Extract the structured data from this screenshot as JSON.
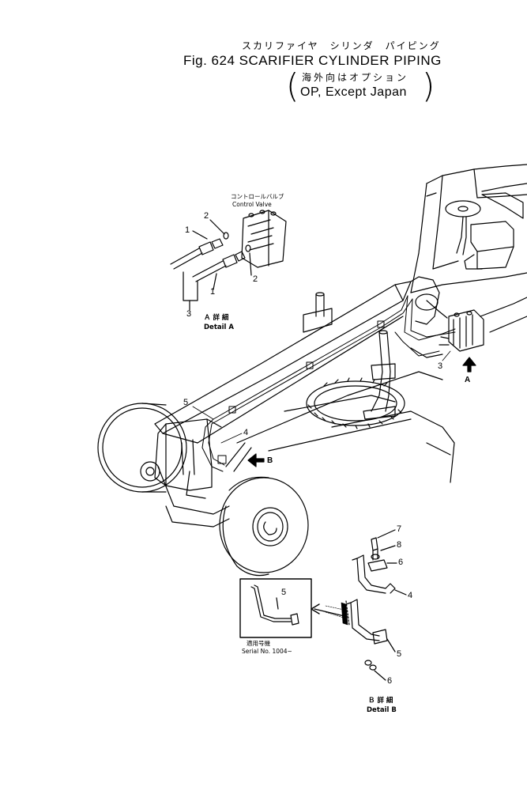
{
  "title": {
    "jp": "スカリファイヤ　シリンダ　パイピング",
    "en": "Fig. 624 SCARIFIER CYLINDER PIPING",
    "sub_jp": "海外向はオプション",
    "sub_en": "OP, Except Japan"
  },
  "control_valve": {
    "jp": "コントロールバルブ",
    "en": "Control Valve"
  },
  "detail_a": {
    "jp": "Ａ 詳 細",
    "en": "Detail A"
  },
  "detail_b": {
    "jp": "Ｂ 詳 細",
    "en": "Detail B"
  },
  "serial": {
    "jp": "適用号機",
    "en": "Serial No. 1004~"
  },
  "arrows": {
    "a": "A",
    "b": "B"
  },
  "callouts": {
    "da_1a": "1",
    "da_2a": "2",
    "da_1b": "1",
    "da_2b": "2",
    "da_3": "3",
    "main_3": "3",
    "main_5": "5",
    "main_4": "4",
    "db_7": "7",
    "db_8": "8",
    "db_6a": "6",
    "db_4": "4",
    "db_5": "5",
    "db_6b": "6",
    "serial_5": "5"
  }
}
